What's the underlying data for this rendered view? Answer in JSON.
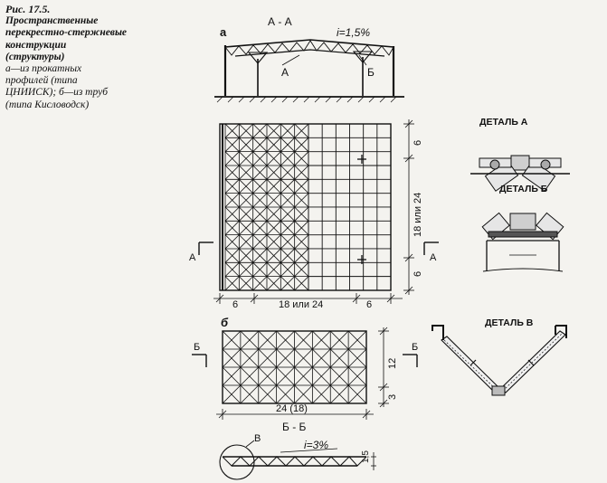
{
  "caption": {
    "title": "Рис. 17.5.",
    "line1": "Пространственные",
    "line2": "перекрестно-стержневые",
    "line3": "конструкции",
    "line4": "(структуры)",
    "line5": "а—из прокатных",
    "line6": "профилей (типа",
    "line7": "ЦНИИСК); б—из труб",
    "line8": "(типа Кисловодск)"
  },
  "section_aa": {
    "letter": "а",
    "title": "А - А",
    "slope": "i=1,5%",
    "label_a": "А",
    "label_b": "Б"
  },
  "plan_a": {
    "dim_left": "6",
    "dim_mid": "18 или 24",
    "dim_right": "6",
    "dim_top_v": "6",
    "dim_mid_v": "18 или 24",
    "dim_bot_v": "6",
    "cut_left": "А",
    "cut_right": "А"
  },
  "plan_b": {
    "letter": "б",
    "dim_bottom": "24 (18)",
    "dim_v_top": "12",
    "dim_v_bot": "3",
    "cut_left": "Б",
    "cut_right": "Б"
  },
  "section_bb": {
    "title": "Б - Б",
    "slope": "i=3%",
    "height": "1,5",
    "label_v": "В"
  },
  "details": {
    "detail_a": "ДЕТАЛЬ А",
    "detail_b": "ДЕТАЛЬ Б",
    "detail_v": "ДЕТАЛЬ В"
  }
}
